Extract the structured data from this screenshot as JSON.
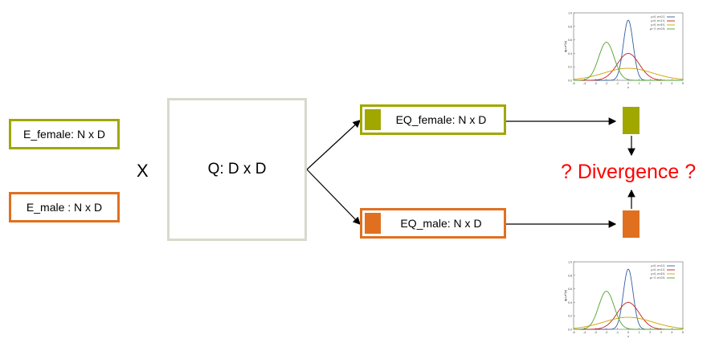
{
  "inputs": {
    "female_label": "E_female: N x D",
    "male_label": "E_male : N x D"
  },
  "operator": "X",
  "matrix_q_label": "Q: D x D",
  "outputs": {
    "female_label": "EQ_female: N x D",
    "male_label": "EQ_male: N x D"
  },
  "divergence_label": "? Divergence ?",
  "colors": {
    "female": "#a0a800",
    "male": "#e07020",
    "q_border": "#d8d8cc",
    "divergence": "#ff0000"
  },
  "plot": {
    "ylabel": "φμ,σ²(x)",
    "xlabel": "x",
    "y_ticks": [
      "1.0",
      "0.8",
      "0.6",
      "0.4",
      "0.2",
      "0.0"
    ],
    "x_ticks": [
      "-5",
      "-4",
      "-3",
      "-2",
      "-1",
      "0",
      "1",
      "2",
      "3",
      "4",
      "5"
    ],
    "legend": [
      {
        "label": "μ=0,   σ²=0.2,",
        "color": "#3060a0"
      },
      {
        "label": "μ=0,   σ²=1.0,",
        "color": "#c02020"
      },
      {
        "label": "μ=0,   σ²=5.0,",
        "color": "#d0a000"
      },
      {
        "label": "μ=−2,  σ²=0.5,",
        "color": "#50a030"
      }
    ]
  },
  "chart_data": {
    "type": "line",
    "xlabel": "x",
    "ylabel": "φμ,σ²(x)",
    "xlim": [
      -5,
      5
    ],
    "ylim": [
      0,
      1.0
    ],
    "legend_position": "top-right",
    "series": [
      {
        "name": "μ=0,   σ²=0.2,",
        "mu": 0,
        "sigma2": 0.2
      },
      {
        "name": "μ=0,   σ²=1.0,",
        "mu": 0,
        "sigma2": 1.0
      },
      {
        "name": "μ=0,   σ²=5.0,",
        "mu": 0,
        "sigma2": 5.0
      },
      {
        "name": "μ=−2,  σ²=0.5,",
        "mu": -2,
        "sigma2": 0.5
      }
    ]
  }
}
